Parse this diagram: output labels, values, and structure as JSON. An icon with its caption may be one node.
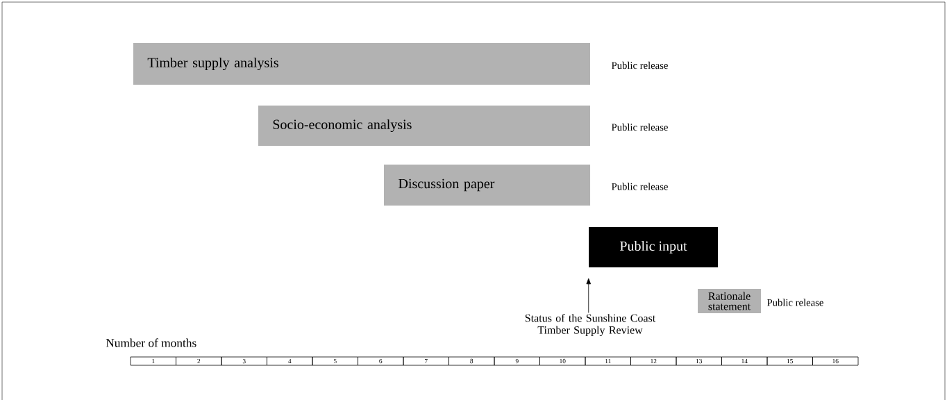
{
  "diagram": {
    "nodes": [
      {
        "text": [
          "Timber supply analysis"
        ],
        "beside": [
          "Public release"
        ]
      },
      {
        "text": [
          "Socio-economic analysis"
        ],
        "beside": [
          "Public release"
        ]
      },
      {
        "text": [
          "Discussion paper"
        ],
        "beside": [
          "Public release"
        ]
      },
      {
        "text": [
          "Public input"
        ]
      },
      {
        "text": [
          "Rationale statement"
        ],
        "beside": [
          "Public release"
        ]
      },
      {
        "text": [
          "Status of the Sunshine Coast Timber Supply Review"
        ]
      }
    ],
    "edges": [
      {
        "from": 5,
        "to": 3,
        "arrow": "to"
      }
    ],
    "labels": [
      "Number of months",
      "1",
      "2",
      "3",
      "4",
      "5",
      "6",
      "7",
      "8",
      "9",
      "10",
      "11",
      "12",
      "13",
      "14",
      "15",
      "16"
    ]
  }
}
